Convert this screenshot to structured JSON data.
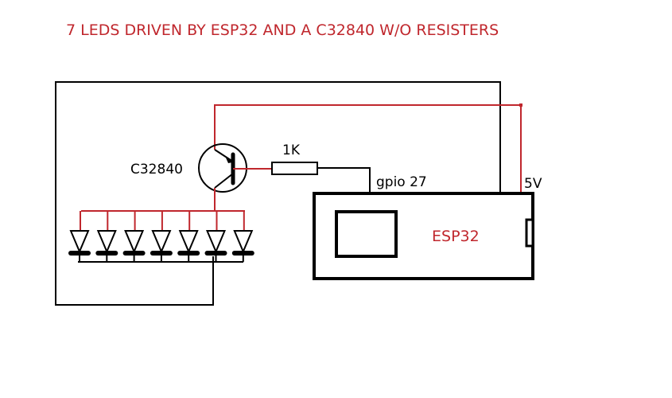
{
  "title": "7 LEDS DRIVEN BY ESP32 AND A C32840 W/O RESISTERS",
  "colors": {
    "title": "#c0272d",
    "positive_wire": "#c0272d",
    "ground_wire": "#000000",
    "esp32_label": "#c0272d"
  },
  "transistor": {
    "label": "C32840",
    "icon": "pnp-transistor-icon"
  },
  "resistor": {
    "label": "1K",
    "icon": "resistor-icon"
  },
  "esp32": {
    "label": "ESP32",
    "pin_gpio": "gpio 27",
    "pin_power": "5V"
  },
  "leds": {
    "count": 7,
    "icon": "led-diode-icon"
  }
}
